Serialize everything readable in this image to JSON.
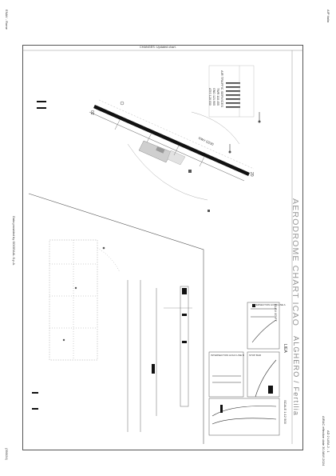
{
  "margins": {
    "top_left": "ENAV - Rome",
    "top_right": "AIP Italia",
    "bottom_left": "(390/24)",
    "bottom_right_1": "AD 2 LIEA 2 - 1",
    "bottom_right_2": "AIRAC effective date 30-MAY-2024"
  },
  "chart": {
    "title": "AERODROME CHART ICAO",
    "aerodrome": "ALGHERO / Fertilia",
    "icao": "LIEA",
    "changes_note": "CHANGES: Updated chart.",
    "data_source": "Data provided by SOGEAAL S.p.A.",
    "elevation": "ELEV 87 FT",
    "frequencies_heading": "AIR TRAFFIC SERVICES",
    "frequencies": [
      "TWR 118.455",
      "GND 121.905",
      "ATIS 128.030"
    ],
    "rwy_labels": [
      "02",
      "20"
    ],
    "rwy_designation": "RWY 02/20",
    "inset_labels": [
      "INTERSECTION HOLD LINE A",
      "INTERSECTION HOLD LINE B",
      "STOP BAR"
    ],
    "scale_label": "SCALE 1:12 500"
  },
  "colors": {
    "runway": "#111111",
    "lines": "#555555",
    "apron": "#cccccc",
    "title_text": "#999999"
  }
}
